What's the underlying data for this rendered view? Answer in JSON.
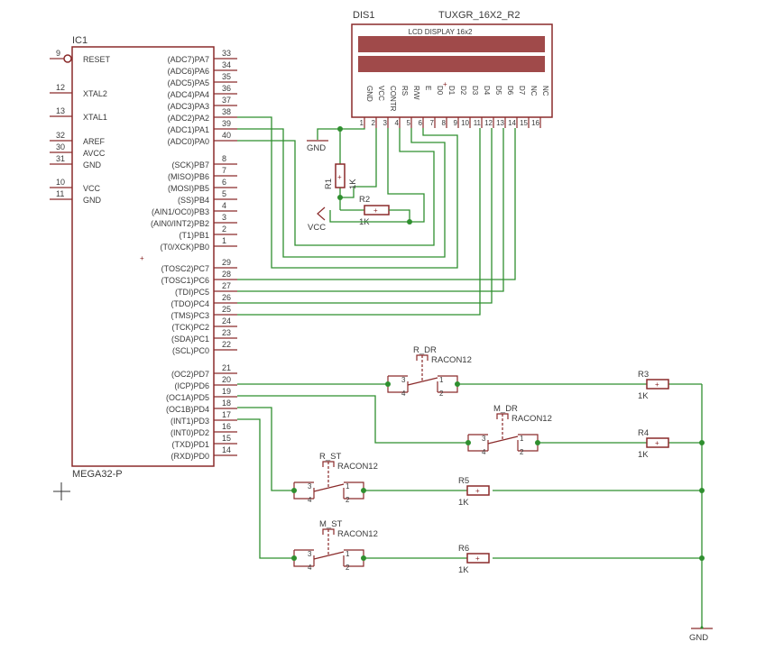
{
  "ic": {
    "name": "IC1",
    "value": "MEGA32-P",
    "left_pins": [
      {
        "num": "9",
        "name": "RESET"
      },
      {
        "num": "12",
        "name": "XTAL2"
      },
      {
        "num": "13",
        "name": "XTAL1"
      },
      {
        "num": "32",
        "name": "AREF"
      },
      {
        "num": "30",
        "name": "AVCC"
      },
      {
        "num": "31",
        "name": "GND"
      },
      {
        "num": "10",
        "name": "VCC"
      },
      {
        "num": "11",
        "name": "GND"
      }
    ],
    "right_pins": [
      {
        "num": "33",
        "name": "(ADC7)PA7"
      },
      {
        "num": "34",
        "name": "(ADC6)PA6"
      },
      {
        "num": "35",
        "name": "(ADC5)PA5"
      },
      {
        "num": "36",
        "name": "(ADC4)PA4"
      },
      {
        "num": "37",
        "name": "(ADC3)PA3"
      },
      {
        "num": "38",
        "name": "(ADC2)PA2"
      },
      {
        "num": "39",
        "name": "(ADC1)PA1"
      },
      {
        "num": "40",
        "name": "(ADC0)PA0"
      },
      {
        "num": "8",
        "name": "(SCK)PB7"
      },
      {
        "num": "7",
        "name": "(MISO)PB6"
      },
      {
        "num": "6",
        "name": "(MOSI)PB5"
      },
      {
        "num": "5",
        "name": "(SS)PB4"
      },
      {
        "num": "4",
        "name": "(AIN1/OC0)PB3"
      },
      {
        "num": "3",
        "name": "(AIN0/INT2)PB2"
      },
      {
        "num": "2",
        "name": "(T1)PB1"
      },
      {
        "num": "1",
        "name": "(T0/XCK)PB0"
      },
      {
        "num": "29",
        "name": "(TOSC2)PC7"
      },
      {
        "num": "28",
        "name": "(TOSC1)PC6"
      },
      {
        "num": "27",
        "name": "(TDI)PC5"
      },
      {
        "num": "26",
        "name": "(TDO)PC4"
      },
      {
        "num": "25",
        "name": "(TMS)PC3"
      },
      {
        "num": "24",
        "name": "(TCK)PC2"
      },
      {
        "num": "23",
        "name": "(SDA)PC1"
      },
      {
        "num": "22",
        "name": "(SCL)PC0"
      },
      {
        "num": "21",
        "name": "(OC2)PD7"
      },
      {
        "num": "20",
        "name": "(ICP)PD6"
      },
      {
        "num": "19",
        "name": "(OC1A)PD5"
      },
      {
        "num": "18",
        "name": "(OC1B)PD4"
      },
      {
        "num": "17",
        "name": "(INT1)PD3"
      },
      {
        "num": "16",
        "name": "(INT0)PD2"
      },
      {
        "num": "15",
        "name": "(TXD)PD1"
      },
      {
        "num": "14",
        "name": "(RXD)PD0"
      }
    ]
  },
  "lcd": {
    "name": "DIS1",
    "value": "TUXGR_16X2_R2",
    "title": "LCD DISPLAY 16x2",
    "pins": [
      {
        "num": "1",
        "name": "GND"
      },
      {
        "num": "2",
        "name": "VCC"
      },
      {
        "num": "3",
        "name": "CONTR"
      },
      {
        "num": "4",
        "name": "RS"
      },
      {
        "num": "5",
        "name": "R/W"
      },
      {
        "num": "6",
        "name": "E"
      },
      {
        "num": "7",
        "name": "D0"
      },
      {
        "num": "8",
        "name": "D1"
      },
      {
        "num": "9",
        "name": "D2"
      },
      {
        "num": "10",
        "name": "D3"
      },
      {
        "num": "11",
        "name": "D4"
      },
      {
        "num": "12",
        "name": "D5"
      },
      {
        "num": "13",
        "name": "D6"
      },
      {
        "num": "14",
        "name": "D7"
      },
      {
        "num": "15",
        "name": "NC"
      },
      {
        "num": "16",
        "name": "NC"
      }
    ]
  },
  "resistors": [
    {
      "name": "R1",
      "value": "1K"
    },
    {
      "name": "R2",
      "value": "1K"
    },
    {
      "name": "R3",
      "value": "1K"
    },
    {
      "name": "R4",
      "value": "1K"
    },
    {
      "name": "R5",
      "value": "1K"
    },
    {
      "name": "R6",
      "value": "1K"
    }
  ],
  "switches": [
    {
      "name": "R_DR",
      "value": "RACON12"
    },
    {
      "name": "M_DR",
      "value": "RACON12"
    },
    {
      "name": "R_ST",
      "value": "RACON12"
    },
    {
      "name": "M_ST",
      "value": "RACON12"
    }
  ],
  "switch_pins": [
    "3",
    "4",
    "1",
    "2"
  ],
  "supplies": {
    "gnd_lcd": "GND",
    "vcc": "VCC",
    "gnd_bottom": "GND"
  },
  "colors": {
    "part": "#8a2a2a",
    "wire": "#2f8f2f",
    "text": "#3a3a3a"
  }
}
